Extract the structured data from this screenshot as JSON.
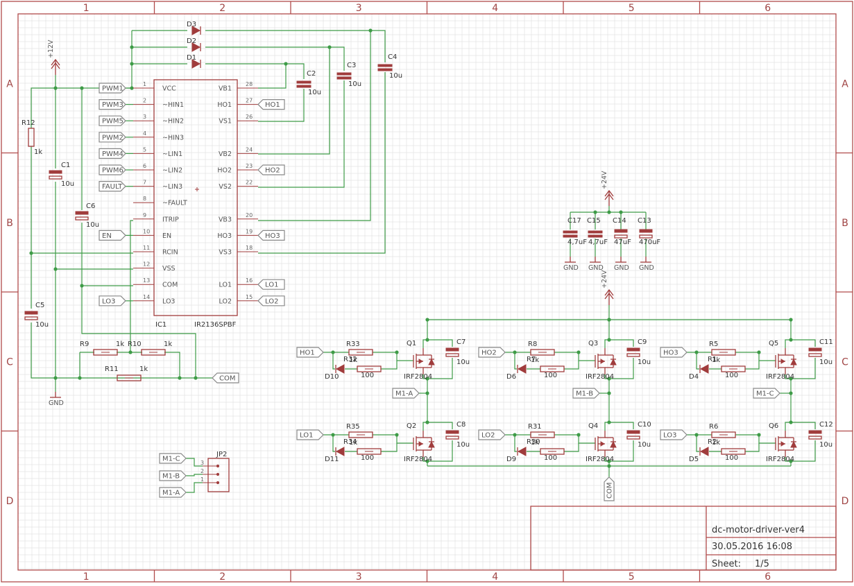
{
  "frame": {
    "columns": [
      "1",
      "2",
      "3",
      "4",
      "5",
      "6"
    ],
    "rows": [
      "A",
      "B",
      "C",
      "D"
    ]
  },
  "title_block": {
    "title": "dc-motor-driver-ver4",
    "date": "30.05.2016 16:08",
    "sheet_label": "Sheet:",
    "sheet_value": "1/5"
  },
  "ic": {
    "name": "IC1",
    "part": "IR2136SPBF",
    "left_pins": [
      {
        "num": "1",
        "name": "VCC"
      },
      {
        "num": "2",
        "name": "~HIN1"
      },
      {
        "num": "3",
        "name": "~HIN2"
      },
      {
        "num": "4",
        "name": "~HIN3"
      },
      {
        "num": "5",
        "name": "~LIN1"
      },
      {
        "num": "6",
        "name": "~LIN2"
      },
      {
        "num": "7",
        "name": "~LIN3"
      },
      {
        "num": "8",
        "name": "~FAULT"
      },
      {
        "num": "9",
        "name": "ITRIP"
      },
      {
        "num": "10",
        "name": "EN"
      },
      {
        "num": "11",
        "name": "RCIN"
      },
      {
        "num": "12",
        "name": "VSS"
      },
      {
        "num": "13",
        "name": "COM"
      },
      {
        "num": "14",
        "name": "LO3"
      }
    ],
    "right_pins": [
      {
        "num": "28",
        "name": "VB1"
      },
      {
        "num": "27",
        "name": "HO1"
      },
      {
        "num": "26",
        "name": "VS1"
      },
      {
        "num": "",
        "name": ""
      },
      {
        "num": "24",
        "name": "VB2"
      },
      {
        "num": "23",
        "name": "HO2"
      },
      {
        "num": "22",
        "name": "VS2"
      },
      {
        "num": "",
        "name": ""
      },
      {
        "num": "20",
        "name": "VB3"
      },
      {
        "num": "19",
        "name": "HO3"
      },
      {
        "num": "18",
        "name": "VS3"
      },
      {
        "num": "",
        "name": ""
      },
      {
        "num": "16",
        "name": "LO1"
      },
      {
        "num": "15",
        "name": "LO2"
      }
    ]
  },
  "left_labels": [
    "PWM1",
    "PWM3",
    "PWM5",
    "PWM2",
    "PWM4",
    "PWM6",
    "FAULT",
    "",
    "",
    "EN",
    "",
    "",
    "",
    "LO3"
  ],
  "right_labels": [
    "",
    "HO1",
    "",
    "",
    "",
    "HO2",
    "",
    "",
    "",
    "HO3",
    "",
    "",
    "LO1",
    "LO2"
  ],
  "diodes_top": [
    "D3",
    "D2",
    "D1"
  ],
  "boot_caps": [
    {
      "name": "C2",
      "value": "10u"
    },
    {
      "name": "C3",
      "value": "10u"
    },
    {
      "name": "C4",
      "value": "10u"
    }
  ],
  "supply": {
    "v12": "+12V",
    "v24": "+24V",
    "gnd": "GND",
    "com": "COM"
  },
  "left_parts": {
    "r12": {
      "name": "R12",
      "value": "1k"
    },
    "c1": {
      "name": "C1",
      "value": "10u"
    },
    "c6": {
      "name": "C6",
      "value": "10u"
    },
    "c5": {
      "name": "C5",
      "value": "10u"
    },
    "r9": {
      "name": "R9",
      "value": "1k"
    },
    "r10": {
      "name": "R10",
      "value": "1k"
    },
    "r11": {
      "name": "R11",
      "value": "1k"
    }
  },
  "bulk_caps": [
    {
      "name": "C17",
      "value": "4,7uF"
    },
    {
      "name": "C15",
      "value": "4,7uF"
    },
    {
      "name": "C14",
      "value": "47uF"
    },
    {
      "name": "C13",
      "value": "470uF"
    }
  ],
  "half_bridges": [
    {
      "high": {
        "label": "HO1",
        "r_series": {
          "name": "R33",
          "value": "1k"
        },
        "r_fast": {
          "name": "R32",
          "value": "100"
        },
        "diode": "D10",
        "q": "Q1",
        "part": "IRF2804",
        "cap": {
          "name": "C7",
          "value": "10u"
        }
      },
      "low": {
        "label": "LO1",
        "r_series": {
          "name": "R35",
          "value": "1k"
        },
        "r_fast": {
          "name": "R34",
          "value": "100"
        },
        "diode": "D11",
        "q": "Q2",
        "part": "IRF2804",
        "cap": {
          "name": "C8",
          "value": "10u"
        }
      },
      "out": "M1-A"
    },
    {
      "high": {
        "label": "HO2",
        "r_series": {
          "name": "R8",
          "value": "1k"
        },
        "r_fast": {
          "name": "R7",
          "value": "100"
        },
        "diode": "D6",
        "q": "Q3",
        "part": "IRF2804",
        "cap": {
          "name": "C9",
          "value": "10u"
        }
      },
      "low": {
        "label": "LO2",
        "r_series": {
          "name": "R31",
          "value": "1k"
        },
        "r_fast": {
          "name": "R30",
          "value": "100"
        },
        "diode": "D9",
        "q": "Q4",
        "part": "IRF2804",
        "cap": {
          "name": "C10",
          "value": "10u"
        }
      },
      "out": "M1-B"
    },
    {
      "high": {
        "label": "HO3",
        "r_series": {
          "name": "R5",
          "value": "1k"
        },
        "r_fast": {
          "name": "R1",
          "value": "100"
        },
        "diode": "D4",
        "q": "Q5",
        "part": "IRF2804",
        "cap": {
          "name": "C11",
          "value": "10u"
        }
      },
      "low": {
        "label": "LO3",
        "r_series": {
          "name": "R6",
          "value": "1k"
        },
        "r_fast": {
          "name": "R2",
          "value": "100"
        },
        "diode": "D5",
        "q": "Q6",
        "part": "IRF2804",
        "cap": {
          "name": "C12",
          "value": "10u"
        }
      },
      "out": "M1-C"
    }
  ],
  "connector": {
    "name": "JP2",
    "pins": [
      {
        "num": "3",
        "label": "M1-C"
      },
      {
        "num": "2",
        "label": "M1-B"
      },
      {
        "num": "1",
        "label": "M1-A"
      }
    ]
  }
}
